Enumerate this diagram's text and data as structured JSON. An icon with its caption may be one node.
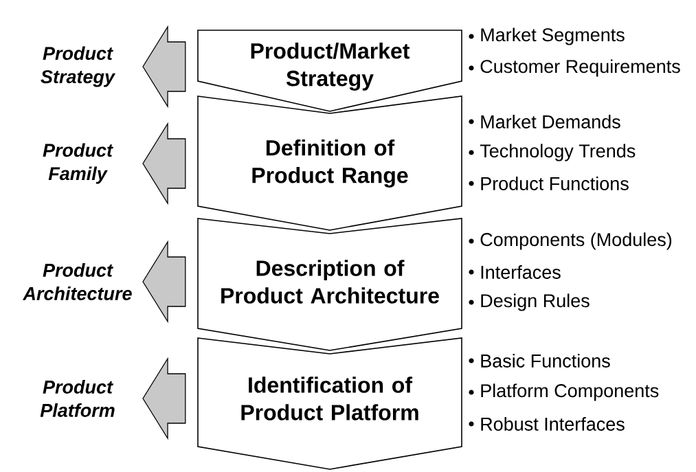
{
  "diagram": {
    "nodes": [
      {
        "text": [
          "Product Strategy"
        ]
      },
      {
        "text": [
          "Product/Market Strategy"
        ],
        "beside": [
          "Market Segments",
          "Customer Requirements"
        ]
      },
      {
        "text": [
          "Product Family"
        ]
      },
      {
        "text": [
          "Definition of Product Range"
        ],
        "beside": [
          "Market Demands",
          "Technology Trends",
          "Product Functions"
        ]
      },
      {
        "text": [
          "Product Architecture"
        ]
      },
      {
        "text": [
          "Description of Product Architecture"
        ],
        "beside": [
          "Components (Modules)",
          "Interfaces",
          "Design Rules"
        ]
      },
      {
        "text": [
          "Product Platform"
        ]
      },
      {
        "text": [
          "Identification of Product Platform"
        ],
        "beside": [
          "Basic Functions",
          "Platform Components",
          "Robust Interfaces"
        ]
      }
    ],
    "edges": [
      {
        "from": 1,
        "to": 0,
        "arrow": "to"
      },
      {
        "from": 3,
        "to": 2,
        "arrow": "to"
      },
      {
        "from": 5,
        "to": 4,
        "arrow": "to"
      },
      {
        "from": 7,
        "to": 6,
        "arrow": "to"
      }
    ]
  }
}
